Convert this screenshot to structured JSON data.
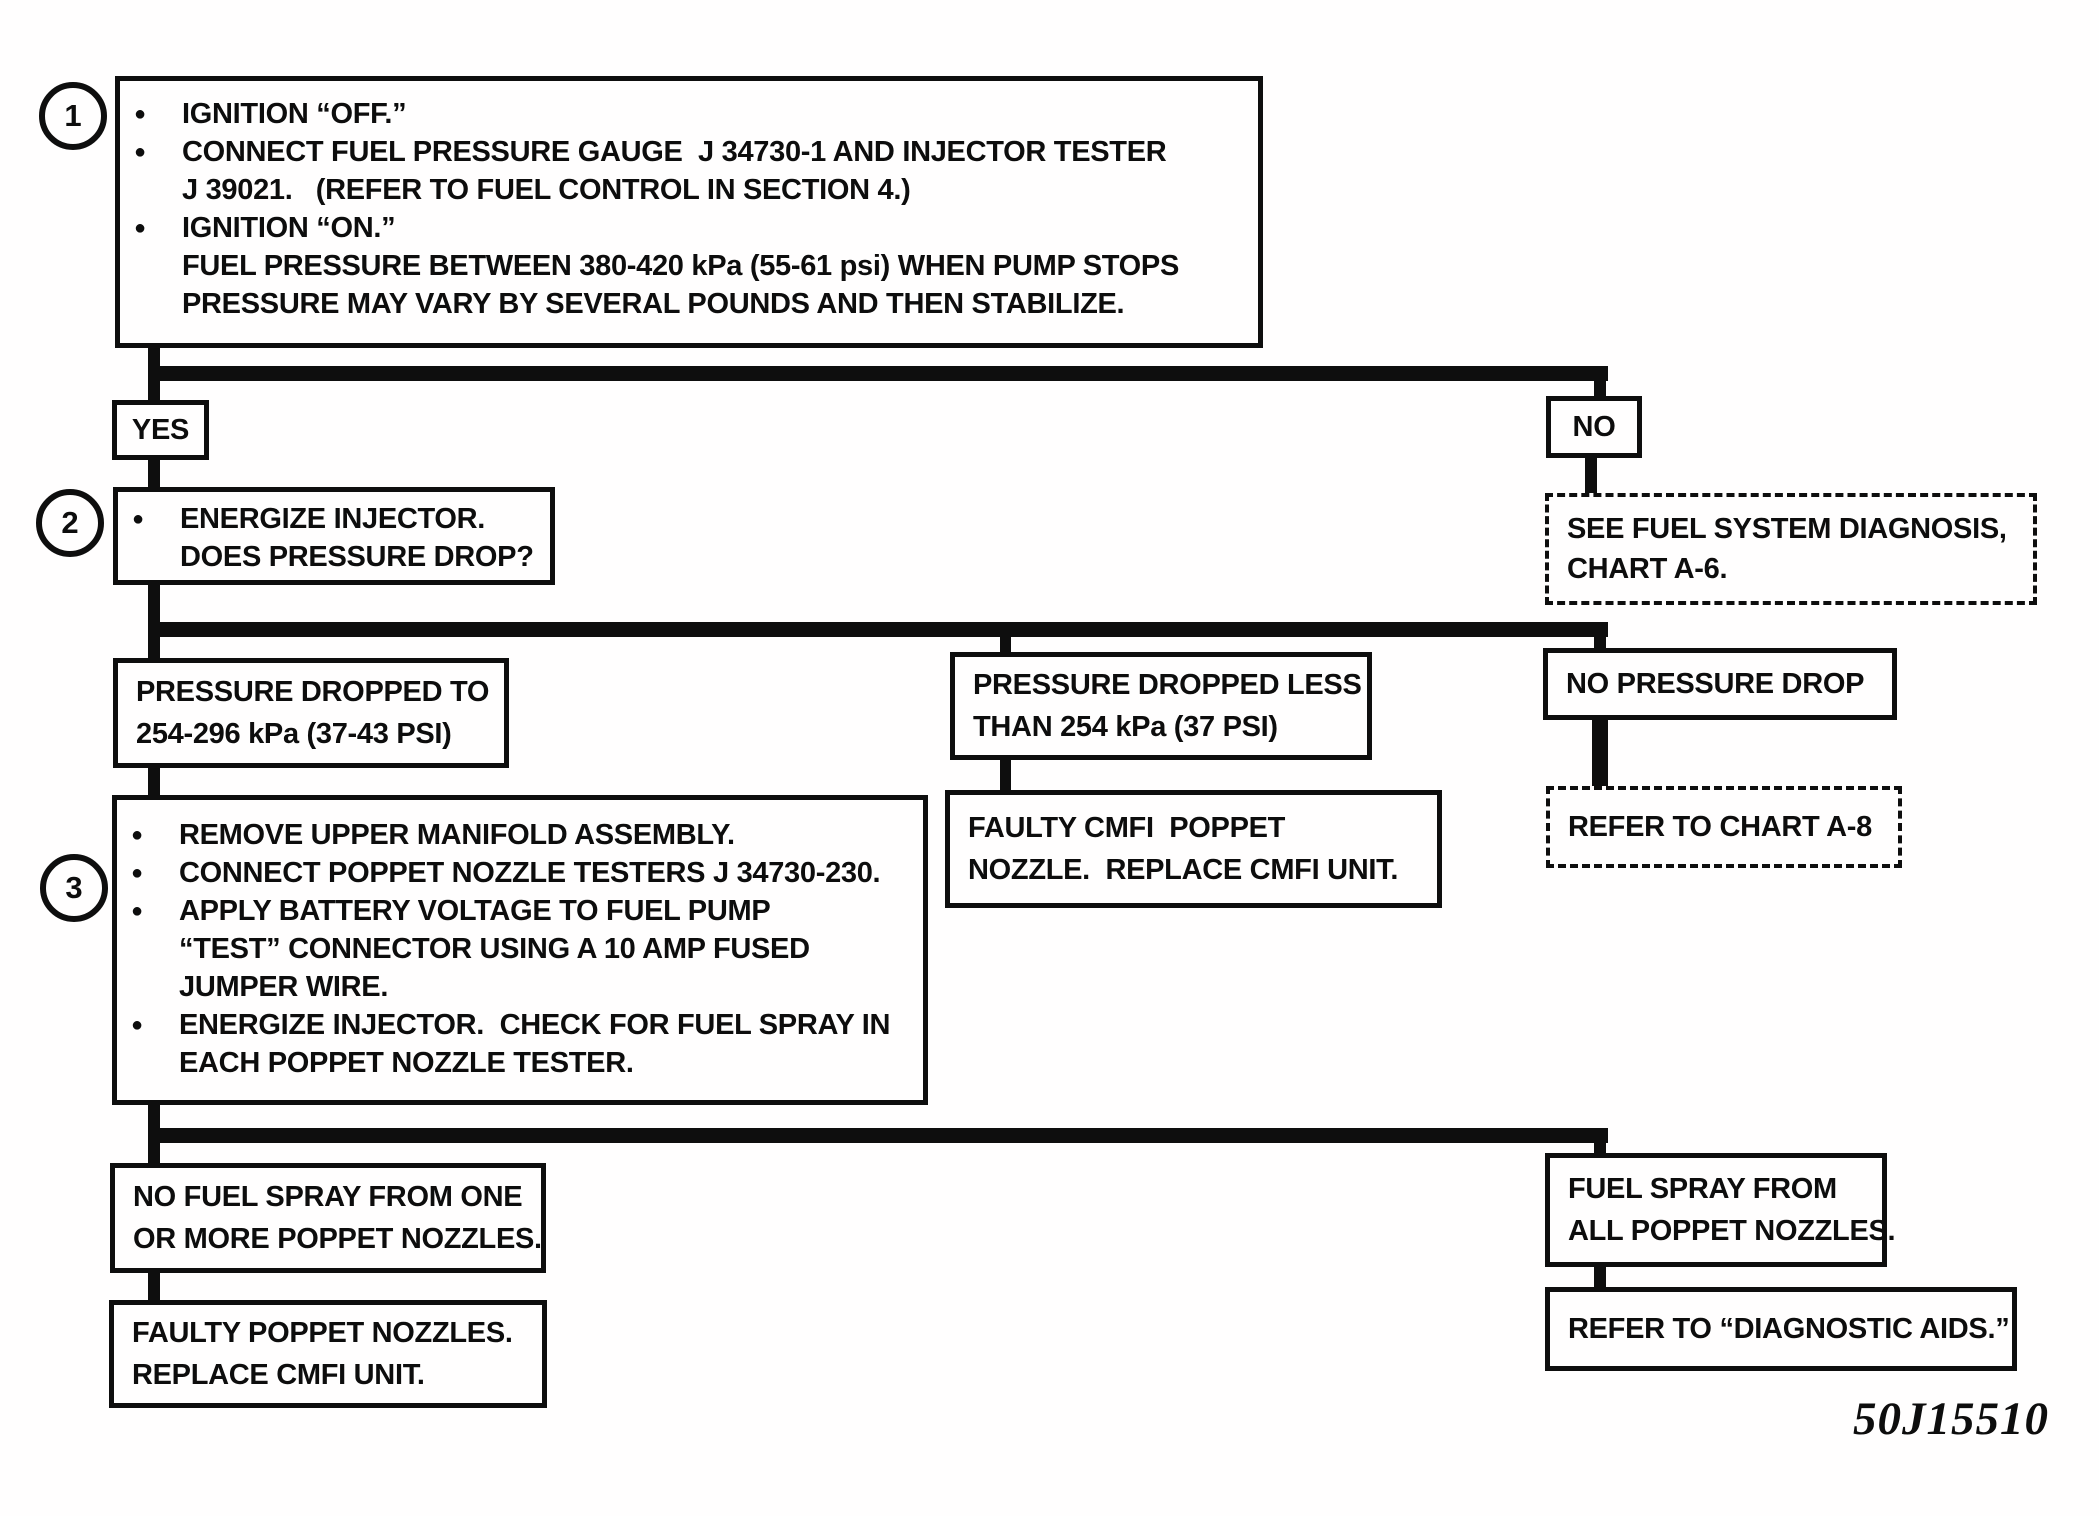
{
  "glyphs": {
    "bullet": "●"
  },
  "branch_labels": {
    "yes": "YES",
    "no": "NO"
  },
  "step1": {
    "number": "1",
    "l1": "IGNITION “OFF.”",
    "l2": "CONNECT FUEL PRESSURE GAUGE  J 34730-1 AND INJECTOR TESTER",
    "l3": "J 39021.   (REFER TO FUEL CONTROL IN SECTION 4.)",
    "l4": "IGNITION “ON.”",
    "l5": "FUEL PRESSURE BETWEEN 380-420 kPa (55-61 psi) WHEN PUMP STOPS",
    "l6": "PRESSURE MAY VARY BY SEVERAL POUNDS AND THEN STABILIZE."
  },
  "step2": {
    "number": "2",
    "l1": "ENERGIZE INJECTOR.",
    "l2": "DOES PRESSURE DROP?"
  },
  "chart_a6": {
    "l1": "SEE FUEL SYSTEM DIAGNOSIS,",
    "l2": "CHART A-6."
  },
  "pressure_dropped_to": {
    "l1": "PRESSURE DROPPED TO",
    "l2": "254-296 kPa (37-43 PSI)"
  },
  "pressure_dropped_less": {
    "l1": "PRESSURE DROPPED LESS",
    "l2": "THAN 254 kPa (37 PSI)"
  },
  "no_pressure_drop": {
    "l1": "NO PRESSURE DROP"
  },
  "step3": {
    "number": "3",
    "l1": "REMOVE UPPER MANIFOLD ASSEMBLY.",
    "l2": "CONNECT POPPET NOZZLE TESTERS J 34730-230.",
    "l3": "APPLY BATTERY VOLTAGE TO FUEL PUMP",
    "l4": "“TEST” CONNECTOR USING A 10 AMP FUSED",
    "l5": "JUMPER WIRE.",
    "l6": "ENERGIZE INJECTOR.  CHECK FOR FUEL SPRAY IN",
    "l7": "EACH POPPET NOZZLE TESTER."
  },
  "faulty_cmfi": {
    "l1": "FAULTY CMFI  POPPET",
    "l2": "NOZZLE.  REPLACE CMFI UNIT."
  },
  "chart_a8": {
    "l1": "REFER TO CHART A-8"
  },
  "no_fuel_spray": {
    "l1": "NO FUEL SPRAY FROM ONE",
    "l2": "OR MORE POPPET NOZZLES."
  },
  "fuel_spray_all": {
    "l1": "FUEL SPRAY FROM",
    "l2": "ALL POPPET NOZZLES."
  },
  "faulty_poppet": {
    "l1": "FAULTY POPPET NOZZLES.",
    "l2": "REPLACE CMFI UNIT."
  },
  "diagnostic_aids": {
    "l1": "REFER TO “DIAGNOSTIC AIDS.”"
  },
  "figure_code": "50J15510"
}
